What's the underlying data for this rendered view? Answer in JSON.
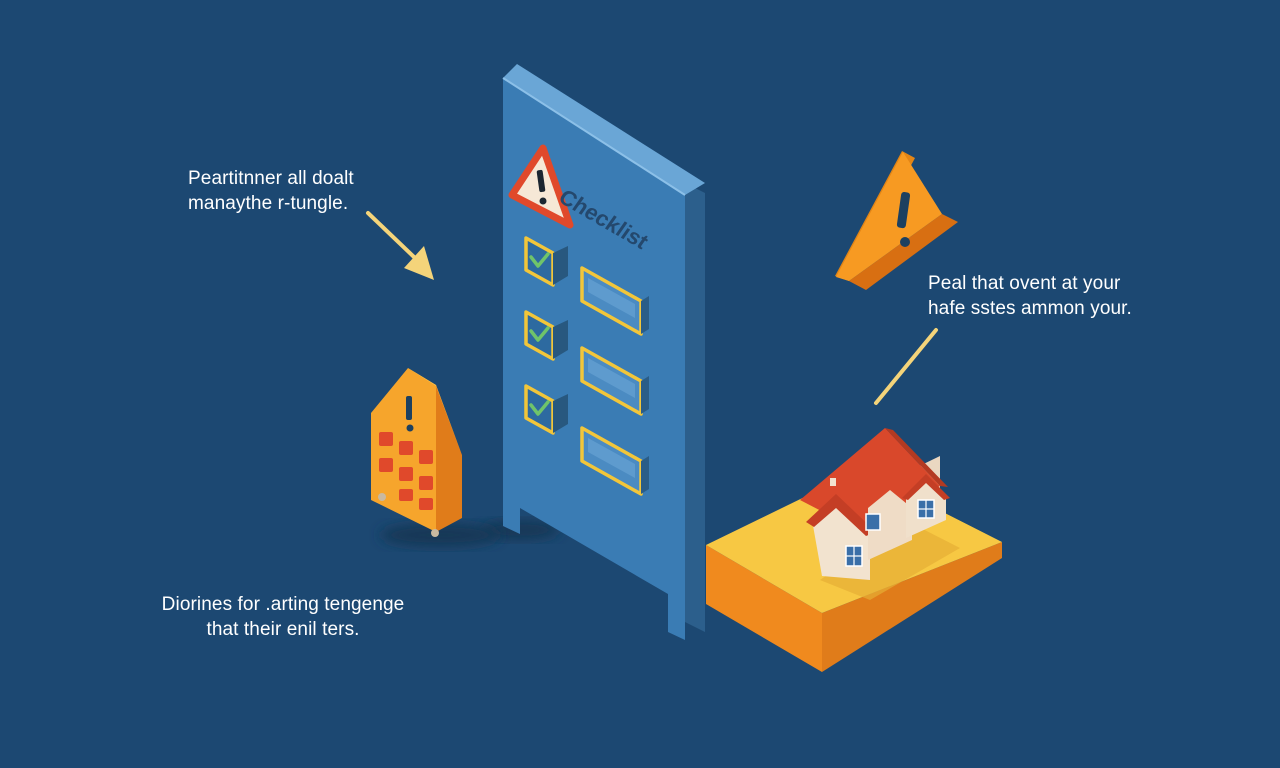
{
  "board": {
    "title": "Checklist",
    "items": [
      {
        "checked": true
      },
      {
        "checked": true
      },
      {
        "checked": true
      }
    ]
  },
  "captions": {
    "top_left": [
      "Peartitnner all doalt",
      "manaythe r-tungle."
    ],
    "right": [
      "Peal that ovent at your",
      "hafe sstes ammon your."
    ],
    "bottom_left": [
      "Diorines for .arting tengenge",
      "that their enil ters."
    ]
  },
  "colors": {
    "background": "#1c4872",
    "board": "#3a7cb4",
    "warning_orange": "#f59a23",
    "warning_red": "#e0492b",
    "accent_yellow": "#f7c843",
    "roof_red": "#d9482b"
  },
  "icons": [
    "warning-triangle-icon",
    "check-icon",
    "house-icon",
    "arrow-icon",
    "warning-sign-icon"
  ]
}
